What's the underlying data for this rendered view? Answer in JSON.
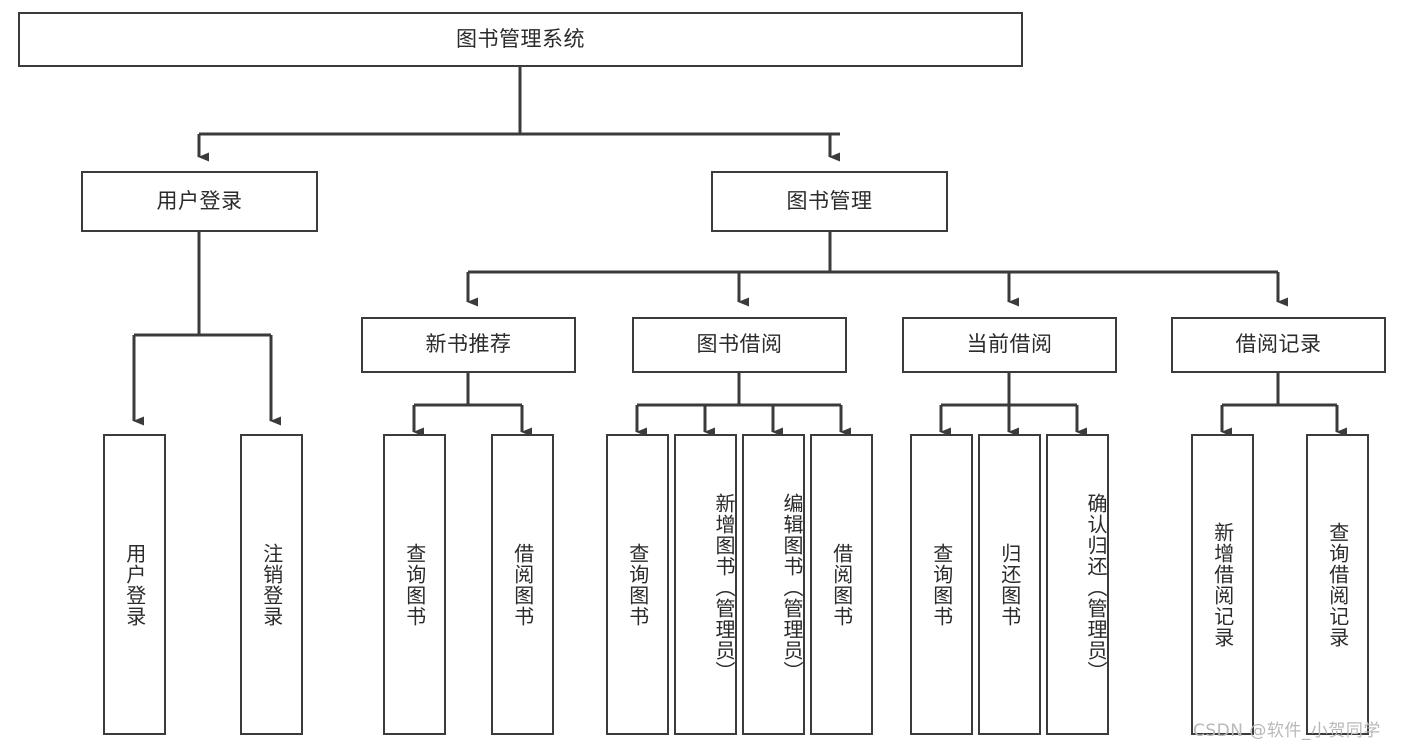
{
  "diagram": {
    "type": "tree",
    "title": "图书管理系统",
    "orientation": "top-down",
    "stroke_color": "#3b3b3b",
    "fill_color": "#ffffff",
    "text_color": "#2b2b2b",
    "background": "#ffffff"
  },
  "root": {
    "label": "图书管理系统"
  },
  "level2": [
    {
      "label": "用户登录"
    },
    {
      "label": "图书管理"
    }
  ],
  "level3": [
    {
      "label": "新书推荐"
    },
    {
      "label": "图书借阅"
    },
    {
      "label": "当前借阅"
    },
    {
      "label": "借阅记录"
    }
  ],
  "leaves": {
    "user_login": [
      {
        "label": "用户登录"
      },
      {
        "label": "注销登录"
      }
    ],
    "new_book": [
      {
        "label": "查询图书"
      },
      {
        "label": "借阅图书"
      }
    ],
    "borrow_book": [
      {
        "label": "查询图书"
      },
      {
        "label": "新增图书（管理员）"
      },
      {
        "label": "编辑图书（管理员）"
      },
      {
        "label": "借阅图书"
      }
    ],
    "current_borrow": [
      {
        "label": "查询图书"
      },
      {
        "label": "归还图书"
      },
      {
        "label": "确认归还（管理员）"
      }
    ],
    "borrow_record": [
      {
        "label": "新增借阅记录"
      },
      {
        "label": "查询借阅记录"
      }
    ]
  },
  "watermark": {
    "text": "CSDN @软件_小贺同学"
  }
}
